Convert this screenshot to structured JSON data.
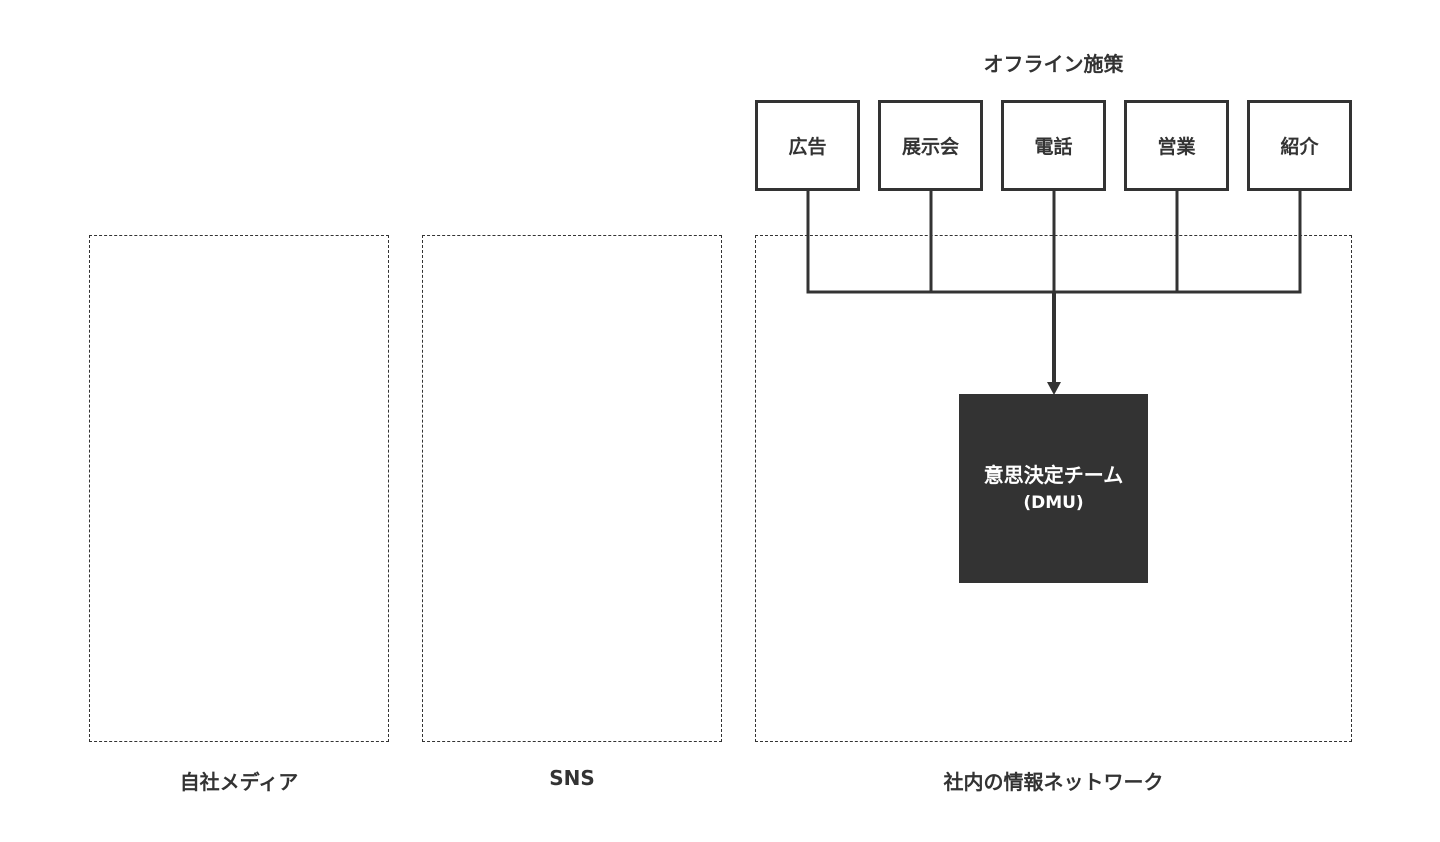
{
  "groups": {
    "own_media": "自社メディア",
    "sns": "SNS",
    "internal_network": "社内の情報ネットワーク"
  },
  "offline": {
    "title": "オフライン施策",
    "measures": [
      "広告",
      "展示会",
      "電話",
      "営業",
      "紹介"
    ]
  },
  "dmu": {
    "title": "意思決定チーム",
    "subtitle": "(DMU)"
  },
  "colors": {
    "ink": "#333333",
    "background": "#ffffff",
    "dmu_fill": "#333333",
    "dmu_text": "#ffffff"
  }
}
